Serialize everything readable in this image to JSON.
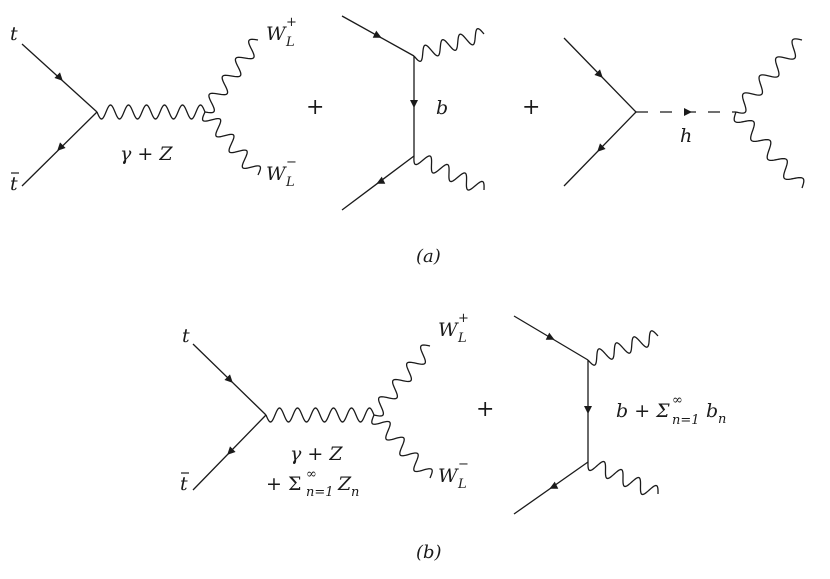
{
  "panel_a": {
    "caption": "(a)",
    "d1": {
      "t": "t",
      "tbar": "t",
      "mediator": "γ + Z",
      "w_plus": "W",
      "w_minus": "W",
      "sub": "L",
      "sup_plus": "+",
      "sup_minus": "−"
    },
    "plus1": "+",
    "d2": {
      "exchange": "b"
    },
    "plus2": "+",
    "d3": {
      "higgs": "h"
    }
  },
  "panel_b": {
    "caption": "(b)",
    "d1": {
      "t": "t",
      "tbar": "t",
      "mediator": "γ + Z",
      "kk_sum": "+ Σ",
      "kk_sub": "n=1",
      "kk_sup": "∞",
      "kk_term": "Z",
      "kk_index": "n",
      "w_plus": "W",
      "w_minus": "W",
      "sub": "L",
      "sup_plus": "+",
      "sup_minus": "−"
    },
    "plus": "+",
    "d2": {
      "exchange": "b + Σ",
      "sum_sub": "n=1",
      "sum_sup": "∞",
      "term": "b",
      "term_index": "n"
    }
  }
}
